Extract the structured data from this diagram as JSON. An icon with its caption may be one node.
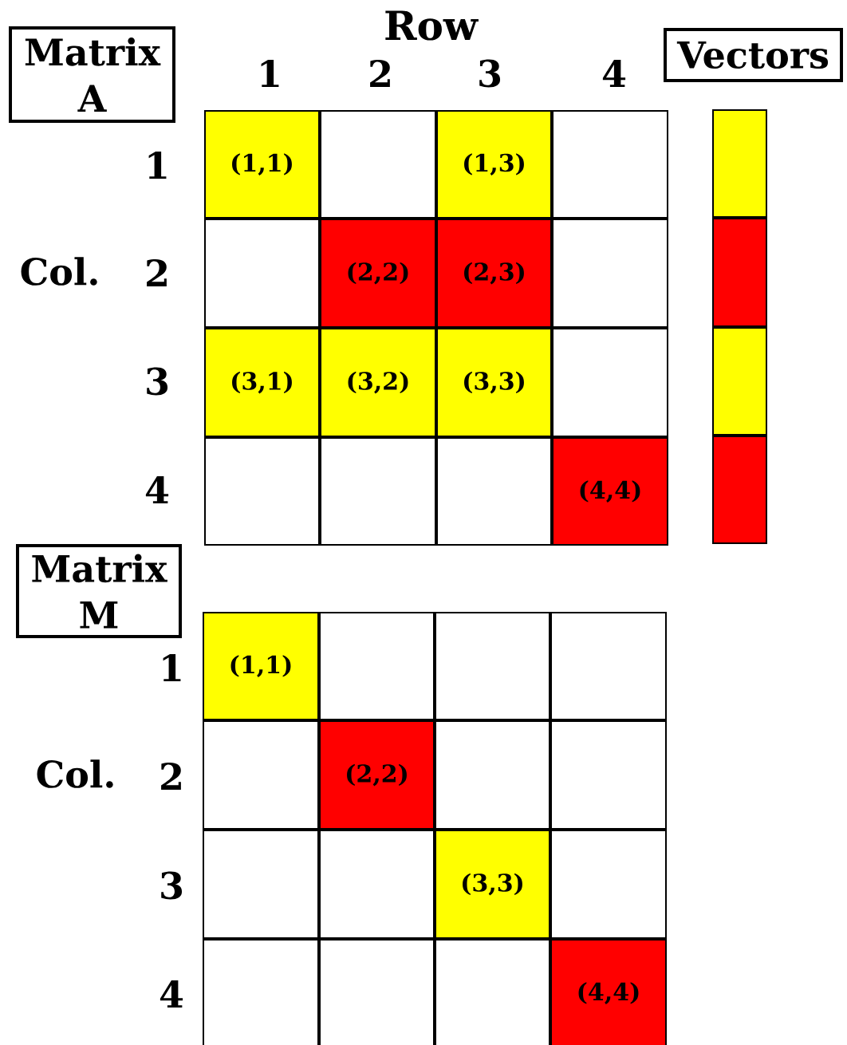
{
  "diagram": {
    "nodes": [
      {
        "text": [
          "Matrix A"
        ]
      },
      {
        "text": [
          "Vectors"
        ]
      },
      {
        "text": [
          "(1,1)"
        ]
      },
      {
        "text": [],
        "shape": "box"
      },
      {
        "text": [
          "(1,3)"
        ]
      },
      {
        "text": [],
        "shape": "box"
      },
      {
        "text": [],
        "shape": "box"
      },
      {
        "text": [
          "(2,2)"
        ]
      },
      {
        "text": [
          "(2,3)"
        ]
      },
      {
        "text": [],
        "shape": "box"
      },
      {
        "text": [
          "(3,1)"
        ]
      },
      {
        "text": [
          "(3,2)"
        ]
      },
      {
        "text": [
          "(3,3)"
        ]
      },
      {
        "text": [],
        "shape": "box"
      },
      {
        "text": [],
        "shape": "box"
      },
      {
        "text": [],
        "shape": "box"
      },
      {
        "text": [],
        "shape": "box"
      },
      {
        "text": [
          "(4,4)"
        ]
      },
      {
        "text": [],
        "shape": "box"
      },
      {
        "text": [],
        "shape": "box"
      },
      {
        "text": [],
        "shape": "box"
      },
      {
        "text": [],
        "shape": "box"
      },
      {
        "text": [
          "Matrix M"
        ]
      },
      {
        "text": [
          "(1,1)"
        ]
      },
      {
        "text": [],
        "shape": "box"
      },
      {
        "text": [],
        "shape": "box"
      },
      {
        "text": [],
        "shape": "box"
      },
      {
        "text": [],
        "shape": "box"
      },
      {
        "text": [
          "(2,2)"
        ]
      },
      {
        "text": [],
        "shape": "box"
      },
      {
        "text": [],
        "shape": "box"
      },
      {
        "text": [],
        "shape": "box"
      },
      {
        "text": [],
        "shape": "box"
      },
      {
        "text": [
          "(3,3)"
        ]
      },
      {
        "text": [],
        "shape": "box"
      },
      {
        "text": [],
        "shape": "box"
      },
      {
        "text": [],
        "shape": "box"
      },
      {
        "text": [],
        "shape": "box"
      },
      {
        "text": [
          "(4,4)"
        ]
      }
    ],
    "labels": [
      "Row",
      "1",
      "2",
      "3",
      "4",
      "Col.",
      "1",
      "2",
      "3",
      "4",
      "Col.",
      "1",
      "2",
      "3",
      "4"
    ]
  }
}
